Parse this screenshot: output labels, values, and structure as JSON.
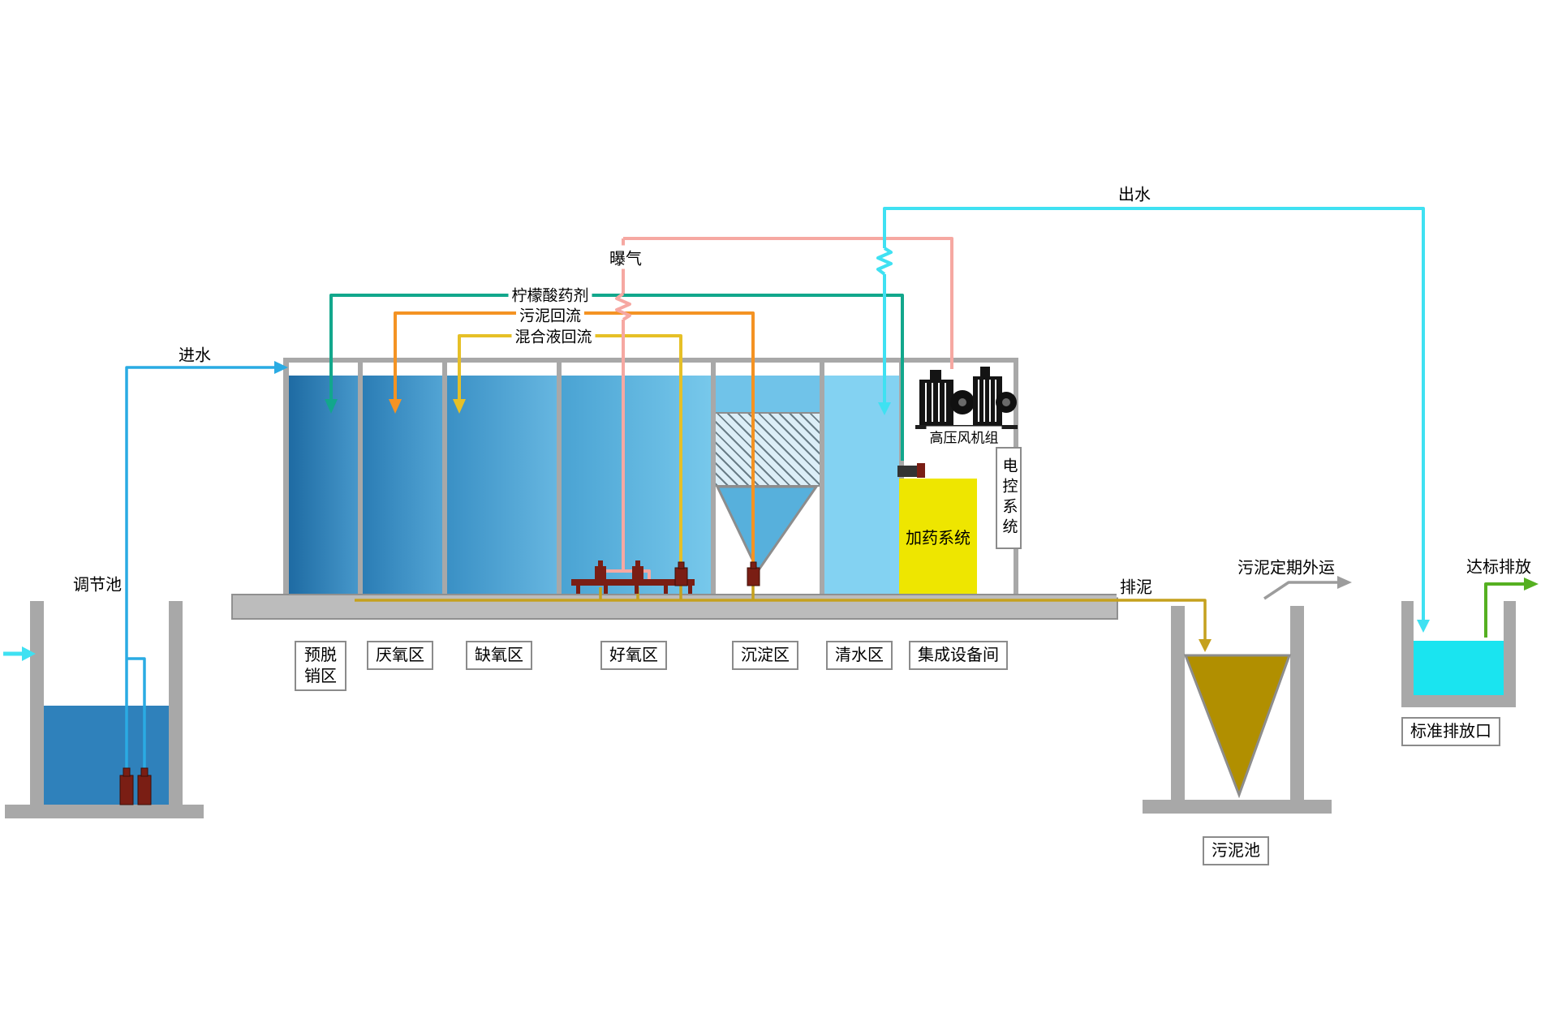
{
  "labels": {
    "influent": "进水",
    "effluent": "出水",
    "aeration": "曝气",
    "citric_acid": "柠檬酸药剂",
    "sludge_return": "污泥回流",
    "mixed_liquor_return": "混合液回流",
    "sludge_discharge": "排泥",
    "sludge_transport": "污泥定期外运",
    "compliant_discharge": "达标排放",
    "regulating_tank": "调节池",
    "sludge_tank": "污泥池",
    "standard_outlet": "标准排放口",
    "blower_unit": "高压风机组",
    "control_system": "电控系统",
    "dosing_system": "加药系统"
  },
  "zones": [
    {
      "label": "预脱销区"
    },
    {
      "label": "厌氧区"
    },
    {
      "label": "缺氧区"
    },
    {
      "label": "好氧区"
    },
    {
      "label": "沉淀区"
    },
    {
      "label": "清水区"
    },
    {
      "label": "集成设备间"
    }
  ],
  "colors": {
    "water_dark_blue": "#1e6ba3",
    "water_light_blue": "#77c8eb",
    "clear_water": "#83d2f2",
    "influent_blue": "#2aabe3",
    "effluent_cyan": "#3fe1f2",
    "aeration_pink": "#f6a8a2",
    "citric_teal": "#12a78c",
    "sludge_return_orange": "#f49323",
    "mixed_return_gold": "#e6c027",
    "sludge_discharge_olive": "#c5a11e",
    "compliant_green": "#55b021",
    "sludge_brown": "#b18f00",
    "dosing_yellow": "#eee600",
    "structure_gray": "#a8a8a8",
    "pump_dark_red": "#7a1e14"
  }
}
